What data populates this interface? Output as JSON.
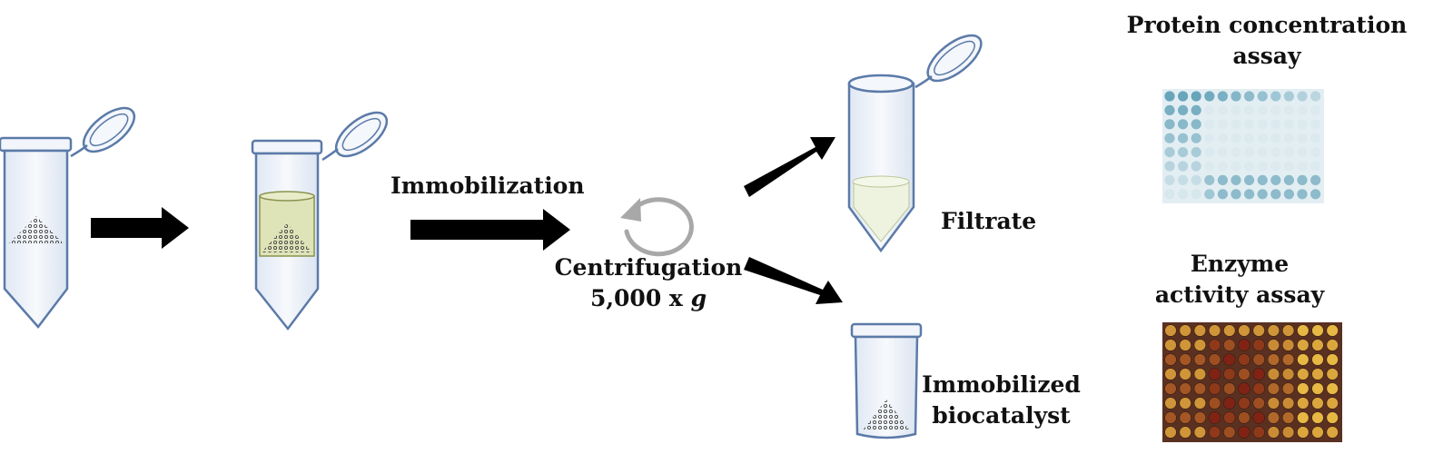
{
  "steps": {
    "immobilization": "Immobilization",
    "centrifugation": "Centrifugation",
    "speed_value": "5,000 x",
    "speed_unit": "g"
  },
  "outputs": {
    "filtrate": "Filtrate",
    "immobilized_line1": "Immobilized",
    "immobilized_line2": "biocatalyst"
  },
  "assays": {
    "protein_line1": "Protein concentration",
    "protein_line2": "assay",
    "enzyme_line1": "Enzyme",
    "enzyme_line2": "activity assay"
  },
  "colors": {
    "tube_outline": "#5b7aa8",
    "tube_fill": "#eef3fa",
    "arrow": "#000000",
    "centrifuge_arrow": "#a8a8a8",
    "solution_green": "#dfe3b8",
    "filtrate_green": "#edf3de",
    "protein_plate": "#3a8aa6",
    "enzyme_plate_dark": "#7a1a12",
    "enzyme_plate_light": "#f3c948"
  }
}
